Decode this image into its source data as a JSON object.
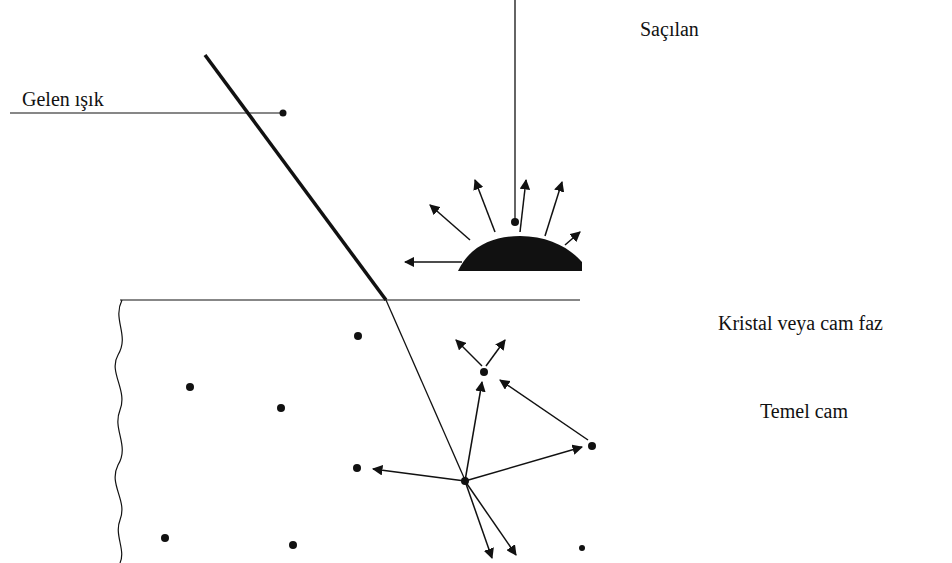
{
  "diagram": {
    "labels": [
      "Gelen ışık",
      "Saçılan",
      "Kristal veya cam faz",
      "Temel cam"
    ]
  }
}
